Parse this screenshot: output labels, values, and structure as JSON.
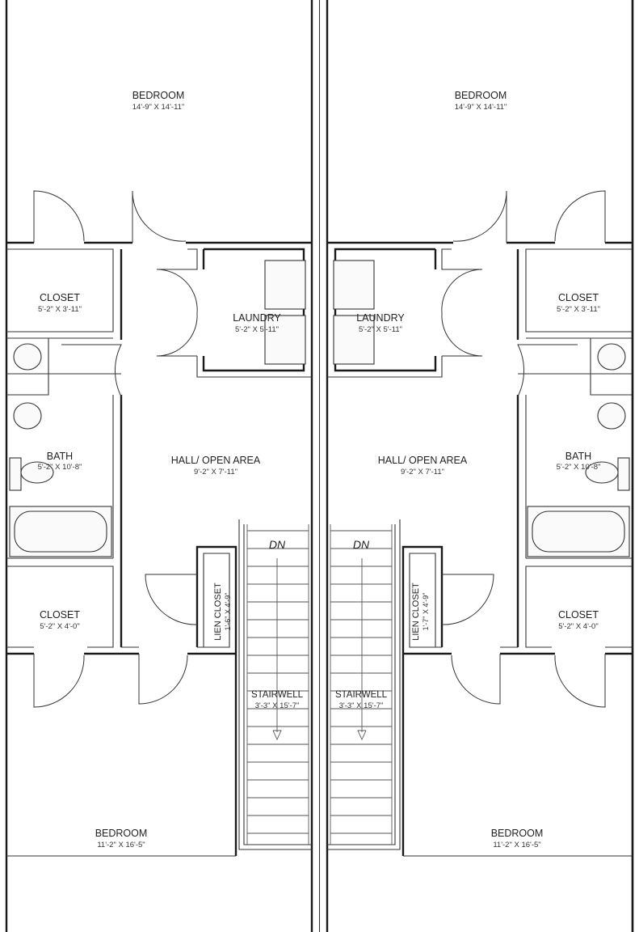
{
  "plan": {
    "units": [
      {
        "side": "left",
        "rooms": [
          {
            "name": "BEDROOM",
            "dims": "14'-9\" X 14'-11\""
          },
          {
            "name": "CLOSET",
            "dims": "5'-2\" X 3'-11\""
          },
          {
            "name": "LAUNDRY",
            "dims": "5'-2\" X 5'-11\""
          },
          {
            "name": "BATH",
            "dims": "5'-2\" X 10'-8\""
          },
          {
            "name": "HALL/ OPEN AREA",
            "dims": "9'-2\" X 7'-11\""
          },
          {
            "name": "LIEN CLOSET",
            "dims": "1'-6\" X 4'-9\""
          },
          {
            "name": "CLOSET",
            "dims": "5'-2\" X 4'-0\""
          },
          {
            "name": "STAIRWELL",
            "dims": "3'-3\" X 15'-7\""
          },
          {
            "name": "BEDROOM",
            "dims": "11'-2\" X 16'-5\""
          }
        ],
        "stair_label": "DN"
      },
      {
        "side": "right",
        "rooms": [
          {
            "name": "BEDROOM",
            "dims": "14'-9\" X 14'-11\""
          },
          {
            "name": "CLOSET",
            "dims": "5'-2\" X 3'-11\""
          },
          {
            "name": "LAUNDRY",
            "dims": "5'-2\" X 5'-11\""
          },
          {
            "name": "BATH",
            "dims": "5'-2\" X 10'-8\""
          },
          {
            "name": "HALL/ OPEN AREA",
            "dims": "9'-2\" X 7'-11\""
          },
          {
            "name": "LIEN CLOSET",
            "dims": "1'-7\" X 4'-9\""
          },
          {
            "name": "CLOSET",
            "dims": "5'-2\" X 4'-0\""
          },
          {
            "name": "STAIRWELL",
            "dims": "3'-3\" X 15'-7\""
          },
          {
            "name": "BEDROOM",
            "dims": "11'-2\" X 16'-5\""
          }
        ],
        "stair_label": "DN"
      }
    ]
  }
}
